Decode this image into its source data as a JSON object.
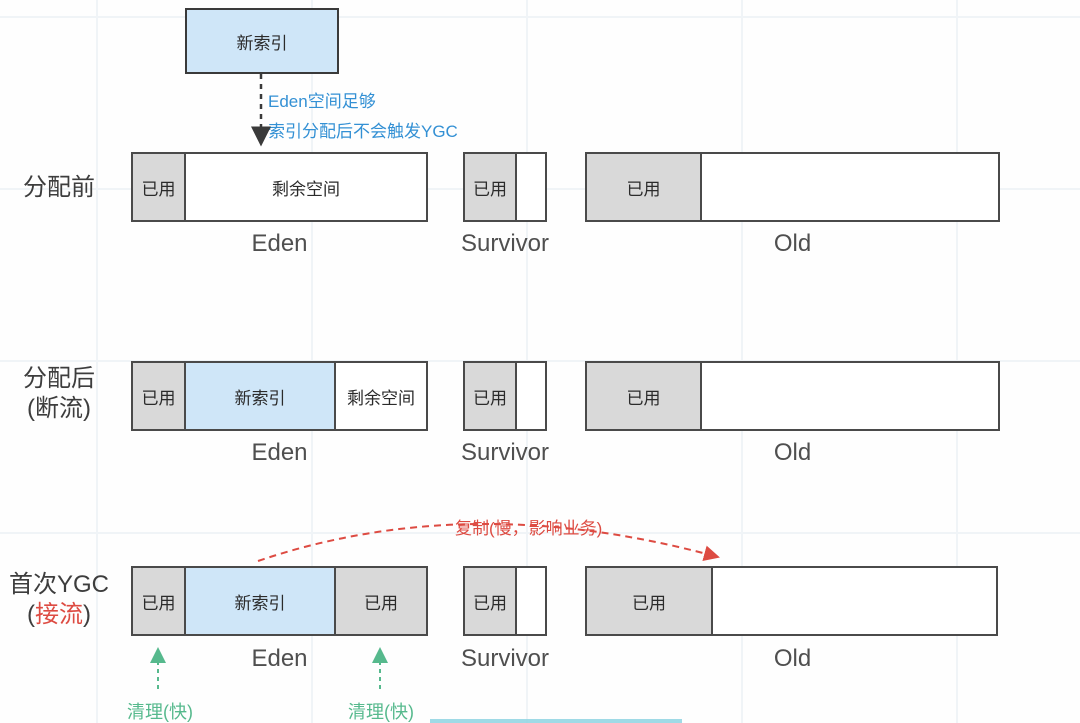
{
  "colors": {
    "blue_fill": "#cfe6f8",
    "gray_fill": "#d9d9d9",
    "bar_border": "#4a4a4a",
    "blue_text": "#3390d4",
    "red_text": "#dd4b42",
    "green_text": "#56b98d",
    "dark_text": "#3d3d3d"
  },
  "top_box": {
    "label": "新索引"
  },
  "notes": {
    "alloc_line1": "Eden空间足够",
    "alloc_line2": "索引分配后不会触发YGC",
    "copy": "复制(慢，影响业务)",
    "clean_left": "清理(快)",
    "clean_right": "清理(快)"
  },
  "rows": [
    {
      "label1": "分配前",
      "eden": {
        "caption": "Eden",
        "segments": [
          "已用",
          "剩余空间"
        ]
      },
      "survivor": {
        "caption": "Survivor",
        "segments": [
          "已用",
          ""
        ]
      },
      "old": {
        "caption": "Old",
        "segments": [
          "已用",
          ""
        ]
      }
    },
    {
      "label1": "分配后",
      "label2": "(断流)",
      "eden": {
        "caption": "Eden",
        "segments": [
          "已用",
          "新索引",
          "剩余空间"
        ]
      },
      "survivor": {
        "caption": "Survivor",
        "segments": [
          "已用",
          ""
        ]
      },
      "old": {
        "caption": "Old",
        "segments": [
          "已用",
          ""
        ]
      }
    },
    {
      "label1": "首次YGC",
      "label2_open": "(",
      "label2_red": "接流",
      "label2_close": ")",
      "eden": {
        "caption": "Eden",
        "segments": [
          "已用",
          "新索引",
          "已用"
        ]
      },
      "survivor": {
        "caption": "Survivor",
        "segments": [
          "已用",
          ""
        ]
      },
      "old": {
        "caption": "Old",
        "segments": [
          "已用",
          ""
        ]
      }
    }
  ]
}
